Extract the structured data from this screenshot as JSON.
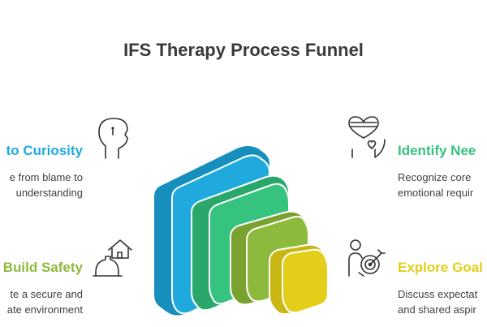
{
  "title": "IFS Therapy Process Funnel",
  "colors": {
    "blue": "#1fa9dc",
    "green": "#35c37f",
    "lime": "#8dba3c",
    "yellow": "#e3cf1a",
    "text": "#3a3a3a"
  },
  "stages": [
    {
      "heading": "to Curiosity",
      "desc": [
        "e from blame to",
        "understanding"
      ],
      "color": "#1fa9dc",
      "icon": "head-question-icon"
    },
    {
      "heading": "Build Safety",
      "desc": [
        "te a secure and",
        "ate environment"
      ],
      "color": "#8dba3c",
      "icon": "house-helmet-icon"
    },
    {
      "heading": "Identify Nee",
      "desc": [
        "Recognize core",
        "emotional requir"
      ],
      "color": "#35c37f",
      "icon": "heart-person-icon"
    },
    {
      "heading": "Explore Goal",
      "desc": [
        "Discuss expectat",
        "and shared aspir"
      ],
      "color": "#e3cf1a",
      "icon": "target-person-icon"
    }
  ]
}
